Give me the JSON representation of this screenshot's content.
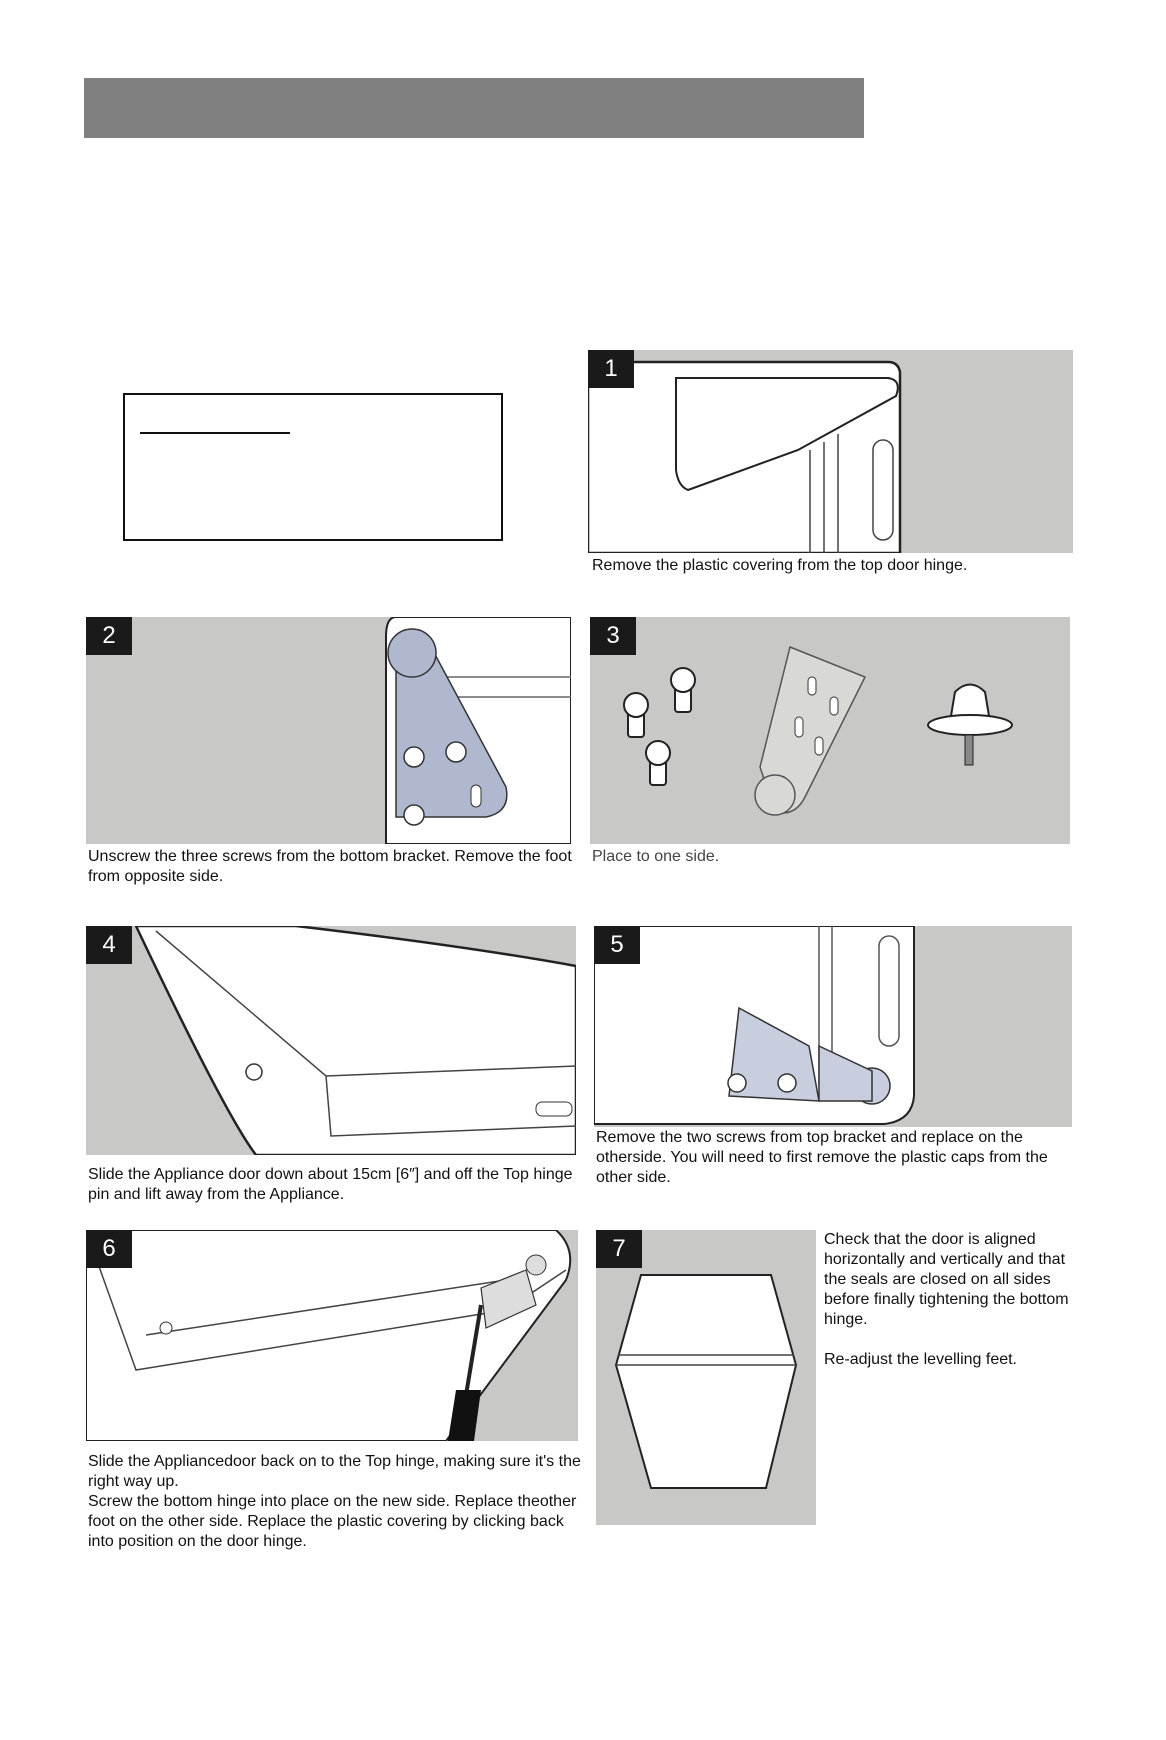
{
  "steps": [
    {
      "num": "1",
      "caption": "Remove the plastic covering from the top door hinge."
    },
    {
      "num": "2",
      "caption": "Unscrew the three screws from the bottom bracket. Remove the foot from opposite side."
    },
    {
      "num": "3",
      "caption": "Place to one side."
    },
    {
      "num": "4",
      "caption": "Slide the Appliance door down about 15cm [6″] and off the Top hinge pin and lift away from the Appliance."
    },
    {
      "num": "5",
      "caption": "Remove the two screws from top bracket and replace on the otherside. You will need to first remove the plastic caps from the other side."
    },
    {
      "num": "6",
      "caption_lines": [
        "Slide the Appliancedoor back on to the Top hinge, making sure it's the right way up.",
        "Screw the bottom hinge into place on the new side. Replace theother foot on the other side. Replace the plastic covering by clicking back into position on the door hinge."
      ]
    },
    {
      "num": "7",
      "caption_lines": [
        "Check that the door is aligned horizontally and vertically and that the seals are closed on all sides before finally tightening the bottom hinge.",
        "Re-adjust the levelling feet."
      ]
    }
  ],
  "colors": {
    "header_bar": "#808080",
    "panel_bg": "#c8c8c6",
    "number_badge": "#1a1a1a"
  }
}
